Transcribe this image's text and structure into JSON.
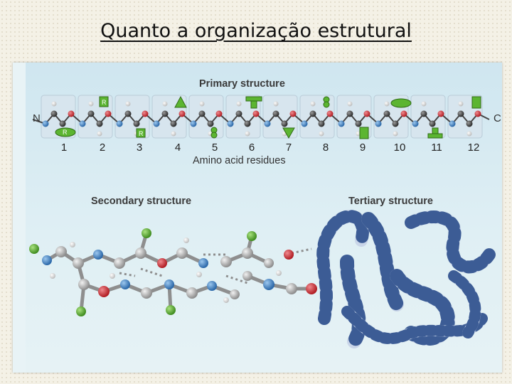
{
  "slide": {
    "title": "Quanto a organização estrutural"
  },
  "figure": {
    "primary_label": "Primary structure",
    "secondary_label": "Secondary structure",
    "tertiary_label": "Tertiary structure",
    "residues_label": "Amino acid residues",
    "n_terminus": "N",
    "c_terminus": "C",
    "residue_numbers": [
      "1",
      "2",
      "3",
      "4",
      "5",
      "6",
      "7",
      "8",
      "9",
      "10",
      "11",
      "12"
    ],
    "side_group_letter": "R",
    "colors": {
      "carbon": "#3b3b3b",
      "nitrogen": "#3f7fc1",
      "oxygen": "#c8262d",
      "hydrogen": "#e6e6e6",
      "side_chain": "#5cb531",
      "helix_light": "#c9d5e8",
      "helix_dark": "#3c5c95"
    }
  }
}
